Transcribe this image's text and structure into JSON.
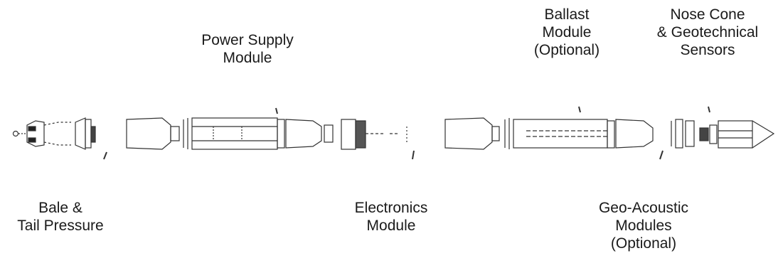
{
  "labels": {
    "power_supply": [
      "Power Supply",
      "Module"
    ],
    "ballast": [
      "Ballast",
      "Module",
      "(Optional)"
    ],
    "nose_cone": [
      "Nose Cone",
      "& Geotechnical",
      "Sensors"
    ],
    "bale": [
      "Bale &",
      "Tail Pressure"
    ],
    "electronics": [
      "Electronics",
      "Module"
    ],
    "geo_acoustic": [
      "Geo-Acoustic",
      "Modules",
      "(Optional)"
    ]
  }
}
